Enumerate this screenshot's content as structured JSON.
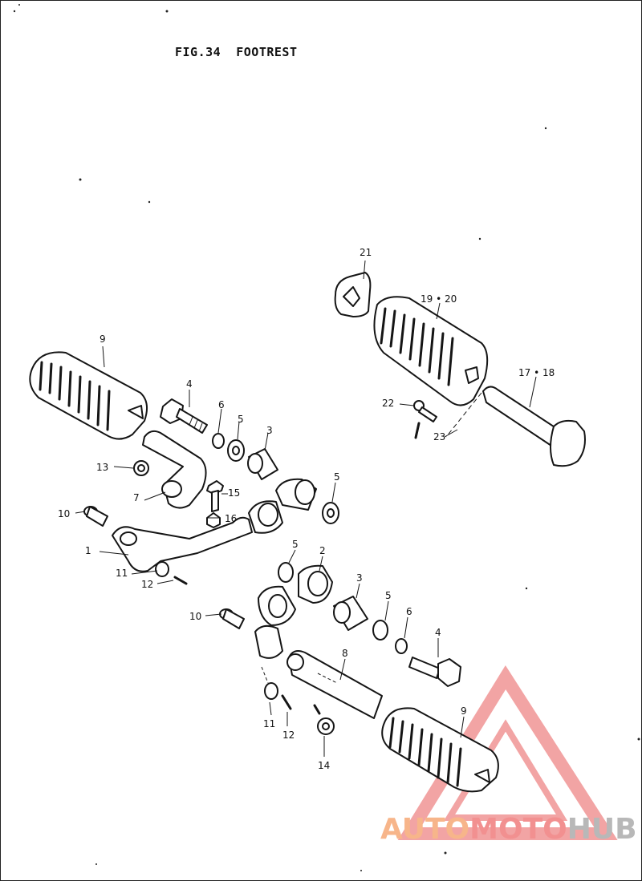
{
  "figure": {
    "title": "FIG.34  FOOTREST",
    "callouts": [
      {
        "id": "c21",
        "text": "21"
      },
      {
        "id": "c19-20",
        "text": "19 • 20"
      },
      {
        "id": "c9-left",
        "text": "9"
      },
      {
        "id": "c17-18",
        "text": "17 • 18"
      },
      {
        "id": "c4-top",
        "text": "4"
      },
      {
        "id": "c6-top",
        "text": "6"
      },
      {
        "id": "c5-top",
        "text": "5"
      },
      {
        "id": "c3-top",
        "text": "3"
      },
      {
        "id": "c22",
        "text": "22"
      },
      {
        "id": "c23",
        "text": "23"
      },
      {
        "id": "c13",
        "text": "13"
      },
      {
        "id": "c15",
        "text": "15"
      },
      {
        "id": "c7",
        "text": "7"
      },
      {
        "id": "c5-mid",
        "text": "5"
      },
      {
        "id": "c16",
        "text": "16"
      },
      {
        "id": "c10-top",
        "text": "10"
      },
      {
        "id": "c1",
        "text": "1"
      },
      {
        "id": "c5-low",
        "text": "5"
      },
      {
        "id": "c2",
        "text": "2"
      },
      {
        "id": "c11-top",
        "text": "11"
      },
      {
        "id": "c12-top",
        "text": "12"
      },
      {
        "id": "c3-low",
        "text": "3"
      },
      {
        "id": "c5-low2",
        "text": "5"
      },
      {
        "id": "c6-low",
        "text": "6"
      },
      {
        "id": "c10-low",
        "text": "10"
      },
      {
        "id": "c4-low",
        "text": "4"
      },
      {
        "id": "c8",
        "text": "8"
      },
      {
        "id": "c9-right",
        "text": "9"
      },
      {
        "id": "c11-low",
        "text": "11"
      },
      {
        "id": "c12-low",
        "text": "12"
      },
      {
        "id": "c14",
        "text": "14"
      }
    ]
  },
  "watermark": {
    "parts": [
      {
        "text": "AUTO",
        "color": "#f7b58a"
      },
      {
        "text": "MOTO",
        "color": "#f29090"
      },
      {
        "text": "HUB",
        "color": "#b8b8b8"
      }
    ],
    "logo_icon": "triangle-logo-icon",
    "logo_color": "#e85a5a"
  },
  "colors": {
    "ink": "#151515",
    "background": "#ffffff"
  }
}
